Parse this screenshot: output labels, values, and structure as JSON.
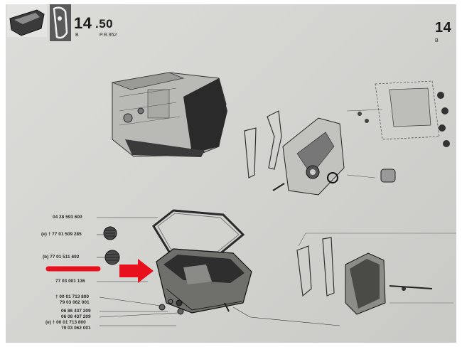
{
  "header": {
    "section": "14",
    "subsection": ".50",
    "variant": "B",
    "page_ref": "P.R.952",
    "right_section": "14",
    "right_variant": "B"
  },
  "parts": {
    "ref_1": "04 28 593 600",
    "ref_2": "(e) † 77 01 509 285",
    "ref_3": "(b)  77 01 511 692",
    "ref_4": "77 03 001 136",
    "ref_5": "† 00 01 713 800",
    "ref_6": "79 03 062 001",
    "ref_7": "06 86 437 209",
    "ref_8": "06 08 437 209",
    "ref_9": "(e) † 00 01 713 800",
    "ref_10": "79 03 062 001"
  },
  "annotations": {
    "highlight_color": "#e8101c"
  }
}
